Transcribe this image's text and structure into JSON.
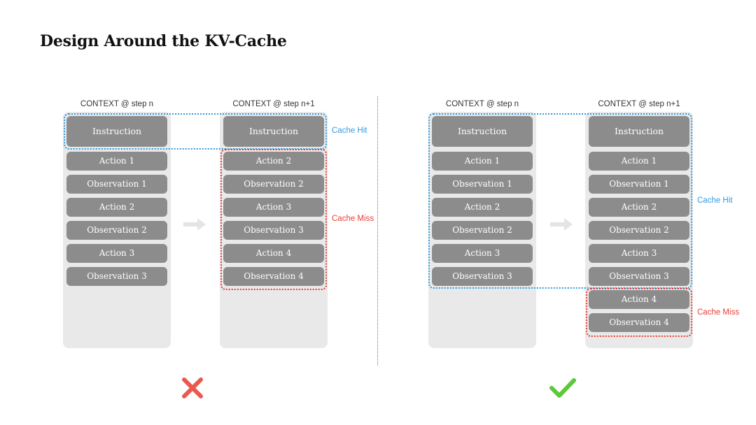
{
  "title": "Design Around the KV-Cache",
  "context_label_n": "CONTEXT @ step n",
  "context_label_n1": "CONTEXT @ step n+1",
  "cache_hit": "Cache Hit",
  "cache_miss": "Cache Miss",
  "colors": {
    "hit": "#2f9be0",
    "miss": "#e83d35",
    "block": "#8c8c8c",
    "column": "#e9e9e9",
    "check": "#5cc93a",
    "cross": "#e9594f"
  },
  "bad": {
    "step_n": [
      "Action 1",
      "Observation 1",
      "Action 2",
      "Observation 2",
      "Action 3",
      "Observation 3"
    ],
    "step_n1": [
      "Action 2",
      "Observation 2",
      "Action 3",
      "Observation 3",
      "Action 4",
      "Observation 4"
    ]
  },
  "good": {
    "step_n": [
      "Action 1",
      "Observation 1",
      "Action 2",
      "Observation 2",
      "Action 3",
      "Observation 3"
    ],
    "step_n1": [
      "Action 1",
      "Observation 1",
      "Action 2",
      "Observation 2",
      "Action 3",
      "Observation 3",
      "Action 4",
      "Observation 4"
    ]
  },
  "instruction": "Instruction",
  "icons": {
    "bad": "cross-icon",
    "good": "check-icon",
    "arrow": "arrow-right-icon"
  }
}
